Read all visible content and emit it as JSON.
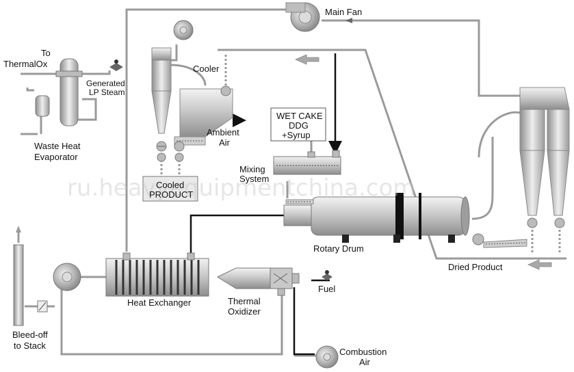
{
  "labels": {
    "main_fan": "Main Fan",
    "to_thermalox_1": "To",
    "to_thermalox_2": "ThermalOx",
    "generated_1": "Generated",
    "generated_2": "LP Steam",
    "cooler": "Cooler",
    "ambient_1": "Ambient",
    "ambient_2": "Air",
    "wet_cake_1": "WET CAKE",
    "wet_cake_2": "DDG",
    "wet_cake_3": "+Syrup",
    "mixing_1": "Mixing",
    "mixing_2": "System",
    "waste_1": "Waste Heat",
    "waste_2": "Evaporator",
    "cooled_1": "Cooled",
    "cooled_2": "PRODUCT",
    "rotary_drum": "Rotary Drum",
    "dried_product": "Dried Product",
    "heat_exchanger": "Heat Exchanger",
    "thermal_1": "Thermal",
    "thermal_2": "Oxidizer",
    "fuel": "Fuel",
    "bleed_1": "Bleed-off",
    "bleed_2": "to Stack",
    "combustion_1": "Combustion",
    "combustion_2": "Air"
  },
  "watermark": "ru.heavyequipmentchina.com",
  "colors": {
    "pipe": "#9a9a9a",
    "pipe_dark": "#111111",
    "equipment": "#bdbdbd",
    "equipment_dark": "#8c8c8c"
  }
}
